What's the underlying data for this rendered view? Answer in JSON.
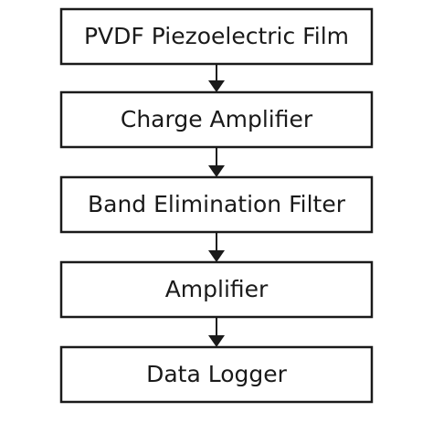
{
  "diagram": {
    "type": "flowchart",
    "direction": "top-to-bottom",
    "colors": {
      "box_stroke": "#1a1a1a",
      "box_fill": "#ffffff",
      "text": "#1a1a1a",
      "arrow": "#1a1a1a"
    },
    "nodes": [
      {
        "id": "pvdf-film",
        "label": "PVDF Piezoelectric Film"
      },
      {
        "id": "charge-amplifier",
        "label": "Charge Amplifier"
      },
      {
        "id": "band-elimination-filter",
        "label": "Band Elimination Filter"
      },
      {
        "id": "amplifier",
        "label": "Amplifier"
      },
      {
        "id": "data-logger",
        "label": "Data Logger"
      }
    ],
    "edges": [
      {
        "from": "pvdf-film",
        "to": "charge-amplifier"
      },
      {
        "from": "charge-amplifier",
        "to": "band-elimination-filter"
      },
      {
        "from": "band-elimination-filter",
        "to": "amplifier"
      },
      {
        "from": "amplifier",
        "to": "data-logger"
      }
    ]
  }
}
